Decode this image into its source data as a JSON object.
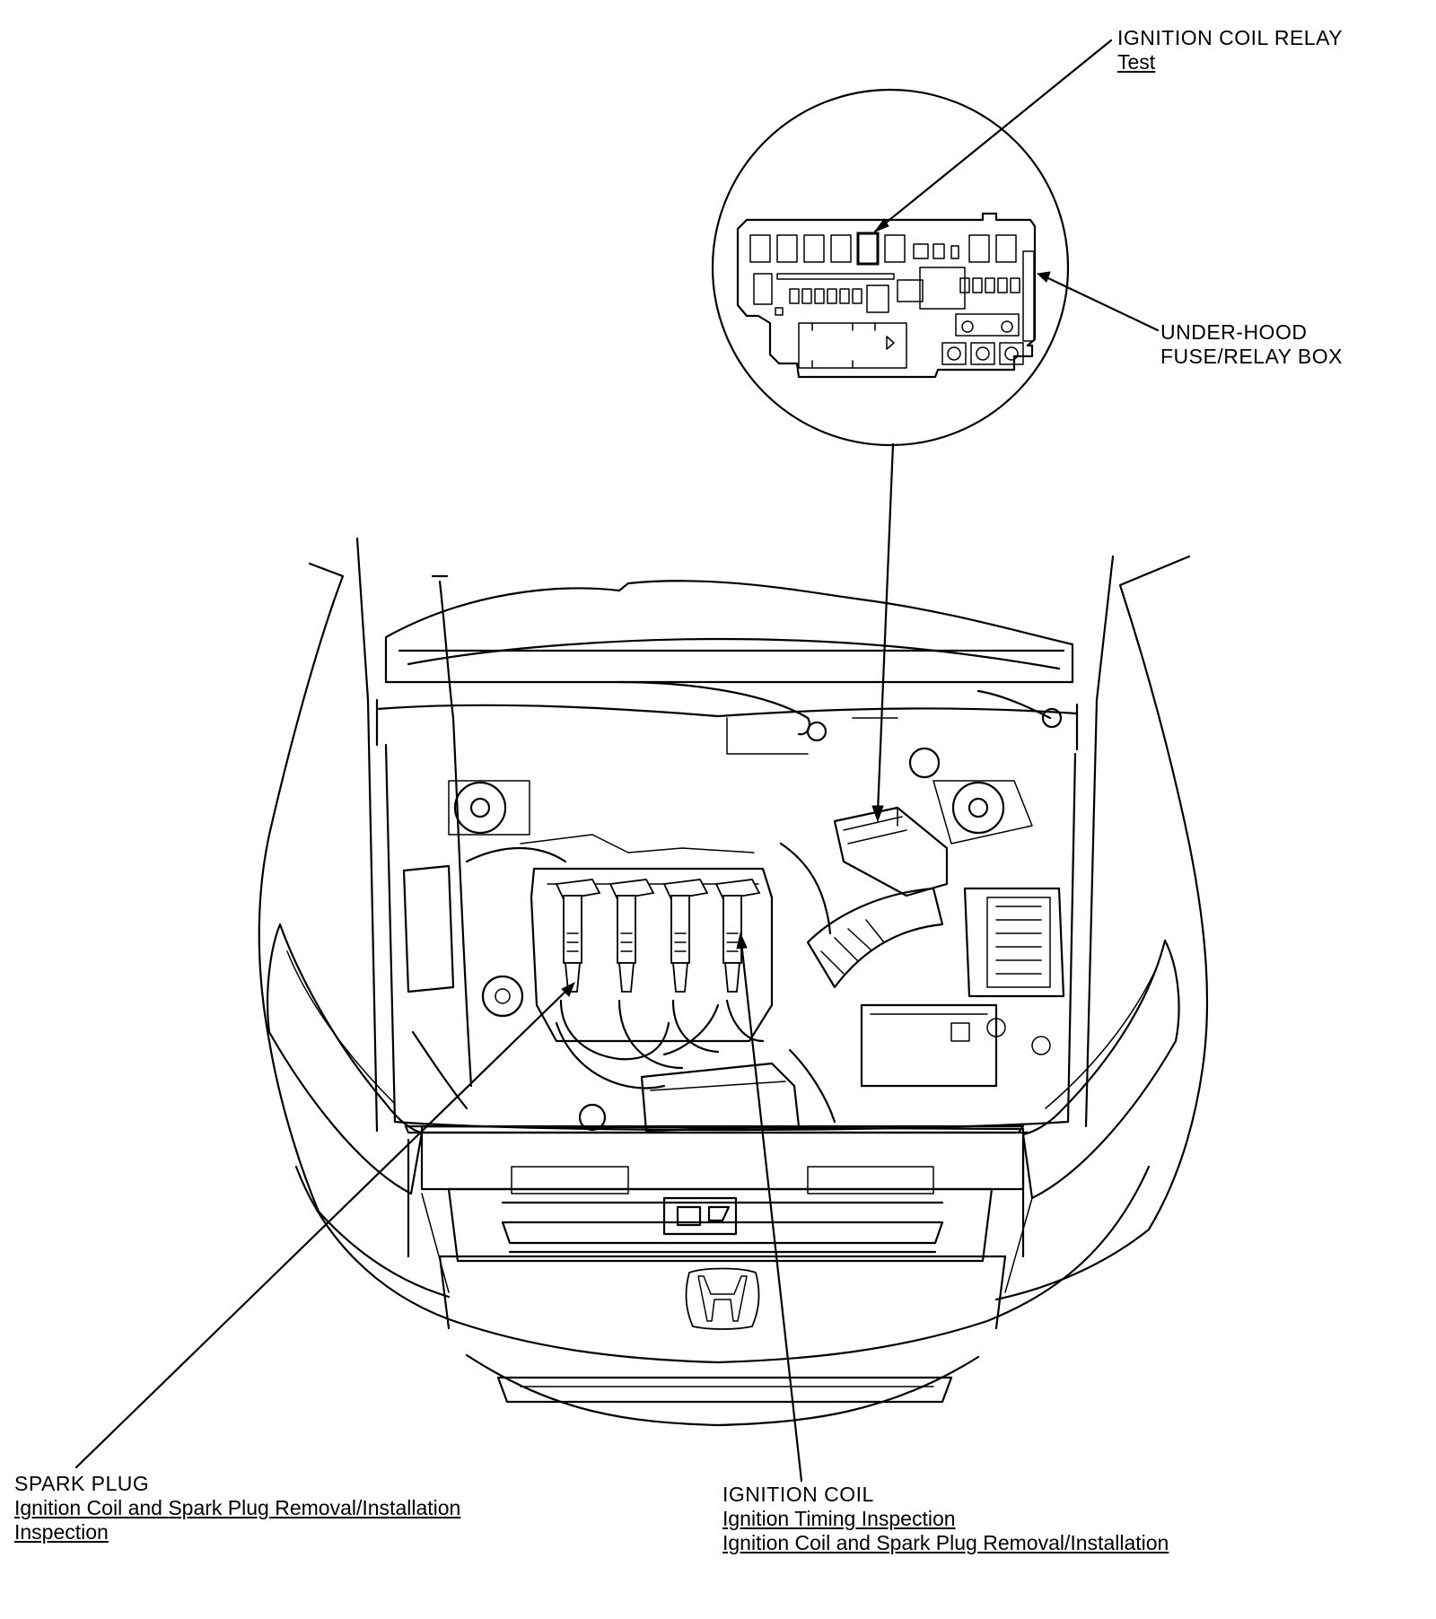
{
  "callouts": {
    "ignition_coil_relay": {
      "title": "IGNITION COIL RELAY",
      "links": [
        "Test"
      ]
    },
    "under_hood_fuse_relay_box": {
      "title_lines": [
        "UNDER-HOOD",
        "FUSE/RELAY BOX"
      ]
    },
    "spark_plug": {
      "title": "SPARK PLUG",
      "links": [
        "Ignition Coil and Spark Plug Removal/Installation",
        "Inspection"
      ]
    },
    "ignition_coil": {
      "title": "IGNITION COIL",
      "links": [
        "Ignition Timing Inspection",
        "Ignition Coil and Spark Plug Removal/Installation"
      ]
    }
  },
  "colors": {
    "line": "#000000",
    "background": "#ffffff"
  },
  "icons": [
    "honda-logo-icon",
    "ignition-coil-icon",
    "relay-icon",
    "fuse-icon"
  ]
}
